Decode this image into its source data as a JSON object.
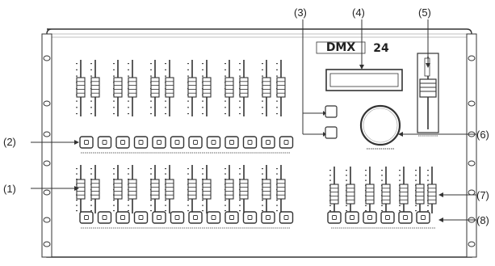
{
  "device": {
    "brand_logo": "DMX",
    "model_number": "24"
  },
  "callouts": [
    {
      "id": "1",
      "label": "(1)"
    },
    {
      "id": "2",
      "label": "(2)"
    },
    {
      "id": "3",
      "label": "(3)"
    },
    {
      "id": "4",
      "label": "(4)"
    },
    {
      "id": "5",
      "label": "(5)"
    },
    {
      "id": "6",
      "label": "(6)"
    },
    {
      "id": "7",
      "label": "(7)"
    },
    {
      "id": "8",
      "label": "(8)"
    }
  ],
  "icons": {
    "jog_wheel": "jog-wheel-icon",
    "display": "lcd-display-icon",
    "fader": "fader-icon",
    "button": "flash-button-icon",
    "mount_hole": "mounting-hole-icon"
  },
  "colors": {
    "line": "#333333",
    "fill": "#ffffff",
    "fader_cap": "#555555"
  }
}
